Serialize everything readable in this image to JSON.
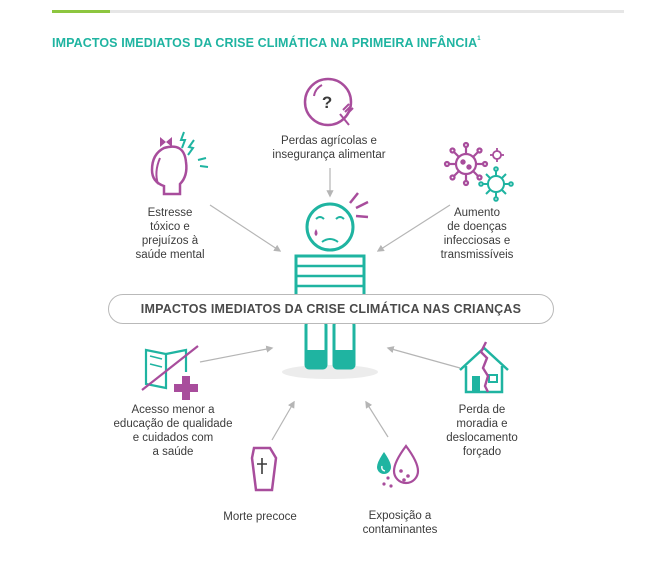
{
  "header": {
    "title": "IMPACTOS IMEDIATOS DA CRISE CLIMÁTICA NA PRIMEIRA INFÂNCIA",
    "title_footnote": "1"
  },
  "diagram": {
    "center_label": "IMPACTOS IMEDIATOS DA CRISE CLIMÁTICA NAS CRIANÇAS",
    "impacts": [
      {
        "id": "food",
        "label": "Perdas agrícolas e\ninsegurança alimentar",
        "icon": "plate-fork-question-icon"
      },
      {
        "id": "stress",
        "label": "Estresse\ntóxico e\nprejuízos à\nsaúde mental",
        "icon": "stressed-head-icon"
      },
      {
        "id": "disease",
        "label": "Aumento\nde doenças\ninfecciosas e\ntransmissíveis",
        "icon": "virus-icon"
      },
      {
        "id": "education",
        "label": "Acesso menor a\neducação de qualidade\ne cuidados com\na saúde",
        "icon": "book-medical-cross-icon"
      },
      {
        "id": "housing",
        "label": "Perda de\nmoradia e\ndeslocamento\nforçado",
        "icon": "cracked-house-icon"
      },
      {
        "id": "death",
        "label": "Morte precoce",
        "icon": "coffin-icon"
      },
      {
        "id": "contaminants",
        "label": "Exposição a\ncontaminantes",
        "icon": "drops-icon"
      }
    ]
  },
  "colors": {
    "teal": "#1fb4a1",
    "magenta": "#a84d9c",
    "green_accent": "#8dc63f",
    "arrow_gray": "#b5b5b5",
    "text": "#3c3c3c"
  }
}
